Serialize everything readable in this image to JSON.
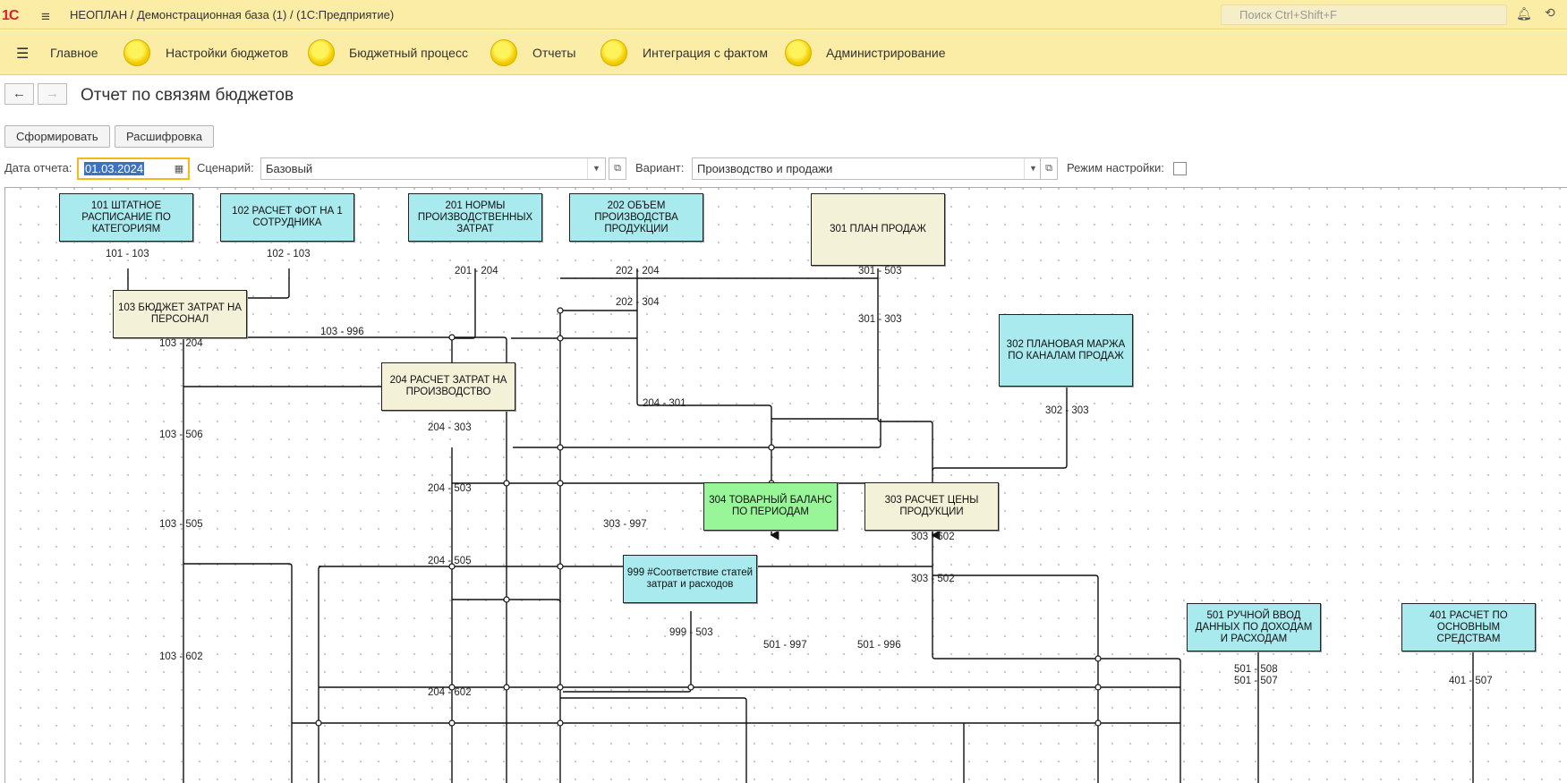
{
  "app": {
    "title": "НЕОПЛАН / Демонстрационная база (1) /  (1С:Предприятие)",
    "logo": "1С",
    "search_placeholder": "Поиск Ctrl+Shift+F"
  },
  "sections": [
    {
      "label": "Главное"
    },
    {
      "label": "Настройки бюджетов"
    },
    {
      "label": "Бюджетный процесс"
    },
    {
      "label": "Отчеты"
    },
    {
      "label": "Интеграция с фактом"
    },
    {
      "label": "Администрирование"
    }
  ],
  "page": {
    "title": "Отчет по связям бюджетов",
    "back_icon": "←",
    "forward_icon": "→"
  },
  "commands": {
    "generate": "Сформировать",
    "decode": "Расшифровка"
  },
  "filters": {
    "date_label": "Дата отчета:",
    "date_value": "01.03.2024",
    "scenario_label": "Сценарий:",
    "scenario_value": "Базовый",
    "variant_label": "Вариант:",
    "variant_value": "Производство и продажи",
    "setup_mode_label": "Режим настройки:",
    "setup_mode_checked": false
  },
  "diagram": {
    "nodes": [
      {
        "id": "101",
        "text": "101 ШТАТНОЕ РАСПИСАНИЕ ПО КАТЕГОРИЯМ",
        "color": "cyan"
      },
      {
        "id": "102",
        "text": "102 РАСЧЕТ ФОТ НА 1 СОТРУДНИКА",
        "color": "cyan"
      },
      {
        "id": "201",
        "text": "201 НОРМЫ ПРОИЗВОДСТВЕННЫХ ЗАТРАТ",
        "color": "cyan"
      },
      {
        "id": "202",
        "text": "202 ОБЪЕМ ПРОИЗВОДСТВА ПРОДУКЦИИ",
        "color": "cyan"
      },
      {
        "id": "301",
        "text": "301 ПЛАН ПРОДАЖ",
        "color": "beige"
      },
      {
        "id": "103",
        "text": "103 БЮДЖЕТ ЗАТРАТ НА ПЕРСОНАЛ",
        "color": "beige"
      },
      {
        "id": "302",
        "text": "302 ПЛАНОВАЯ МАРЖА ПО КАНАЛАМ ПРОДАЖ",
        "color": "cyan"
      },
      {
        "id": "204",
        "text": "204 РАСЧЕТ ЗАТРАТ НА ПРОИЗВОДСТВО",
        "color": "beige"
      },
      {
        "id": "304",
        "text": "304 ТОВАРНЫЙ БАЛАНС ПО ПЕРИОДАМ",
        "color": "green"
      },
      {
        "id": "303",
        "text": "303 РАСЧЕТ ЦЕНЫ ПРОДУКЦИИ",
        "color": "beige"
      },
      {
        "id": "999",
        "text": "999 #Соответствие статей затрат и расходов",
        "color": "cyan"
      },
      {
        "id": "501",
        "text": "501 РУЧНОЙ ВВОД ДАННЫХ ПО ДОХОДАМ И РАСХОДАМ",
        "color": "cyan"
      },
      {
        "id": "401",
        "text": "401 РАСЧЕТ ПО ОСНОВНЫМ СРЕДСТВАМ",
        "color": "cyan"
      }
    ],
    "edge_labels": [
      "101 - 103",
      "102 - 103",
      "201 - 204",
      "202 - 204",
      "301 - 503",
      "202 - 304",
      "301 - 303",
      "103 - 996",
      "103 - 204",
      "204 - 301",
      "302 - 303",
      "103 - 506",
      "204 - 303",
      "204 - 503",
      "303 - 997",
      "103 - 505",
      "303 - 602",
      "204 - 505",
      "303 - 502",
      "999 - 503",
      "501 - 997",
      "501 - 996",
      "103 - 602",
      "501 - 508",
      "501 - 507",
      "401 - 507",
      "204 - 602"
    ]
  },
  "colors": {
    "header_bg": "#fbeca6",
    "node_cyan": "#a8eaee",
    "node_beige": "#f3f1d8",
    "node_green": "#98f598",
    "date_focus": "#f5b91a"
  }
}
